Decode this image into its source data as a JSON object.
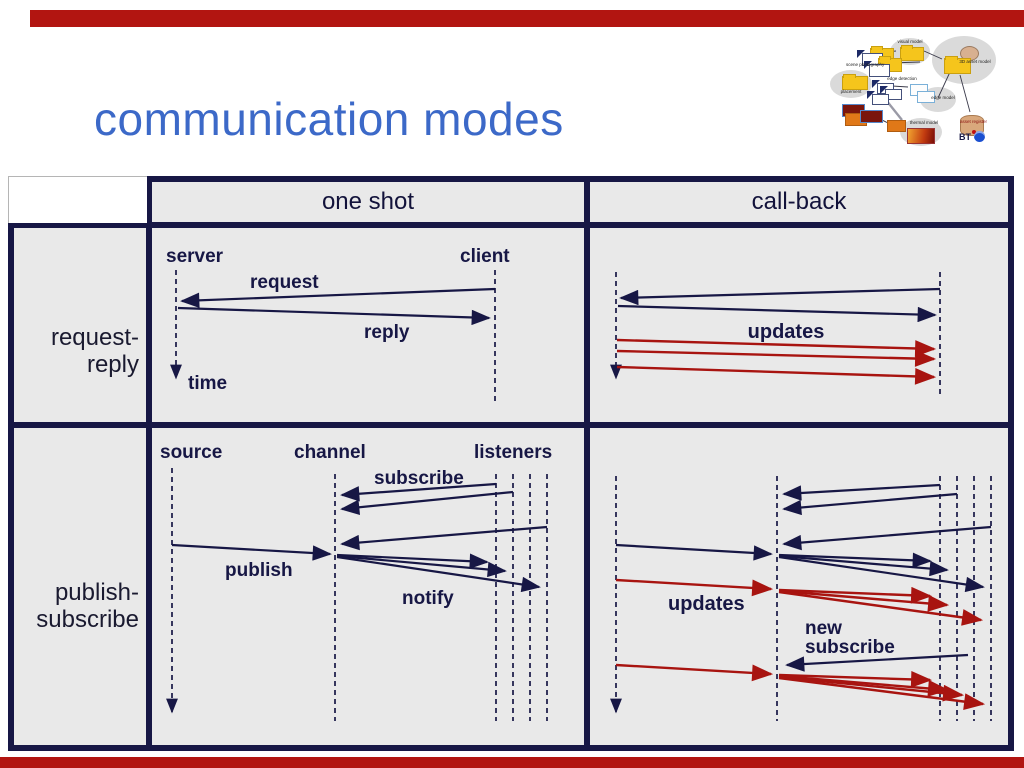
{
  "slide": {
    "title": "communication modes",
    "title_color": "#3c69c8",
    "bar_color": "#b21511",
    "navy": "#171745",
    "arrow_red": "#a81410",
    "cell_bg": "#e9e9e9"
  },
  "table": {
    "headers": {
      "one_shot": "one shot",
      "call_back": "call-back"
    },
    "rows": {
      "request_reply": {
        "line1": "request-",
        "line2": "reply"
      },
      "publish_subscribe": {
        "line1": "publish-",
        "line2": "subscribe"
      }
    }
  },
  "diagrams": {
    "a1": {
      "server": "server",
      "client": "client",
      "request": "request",
      "reply": "reply",
      "time": "time"
    },
    "a2": {
      "updates": "updates"
    },
    "b1": {
      "source": "source",
      "channel": "channel",
      "listeners": "listeners",
      "subscribe": "subscribe",
      "publish": "publish",
      "notify": "notify"
    },
    "b2": {
      "updates": "updates",
      "new1": "new",
      "new2": "subscribe"
    }
  },
  "clipart": {
    "visual_model": "visual model",
    "asset_model_3d": "3D asset model",
    "scene_photography": "scene photography",
    "placement": "placement",
    "edge_detection": "edge detection",
    "edge_model": "edge model",
    "thermal_model": "thermal model",
    "asset_register": "asset register",
    "bt": "BT"
  }
}
